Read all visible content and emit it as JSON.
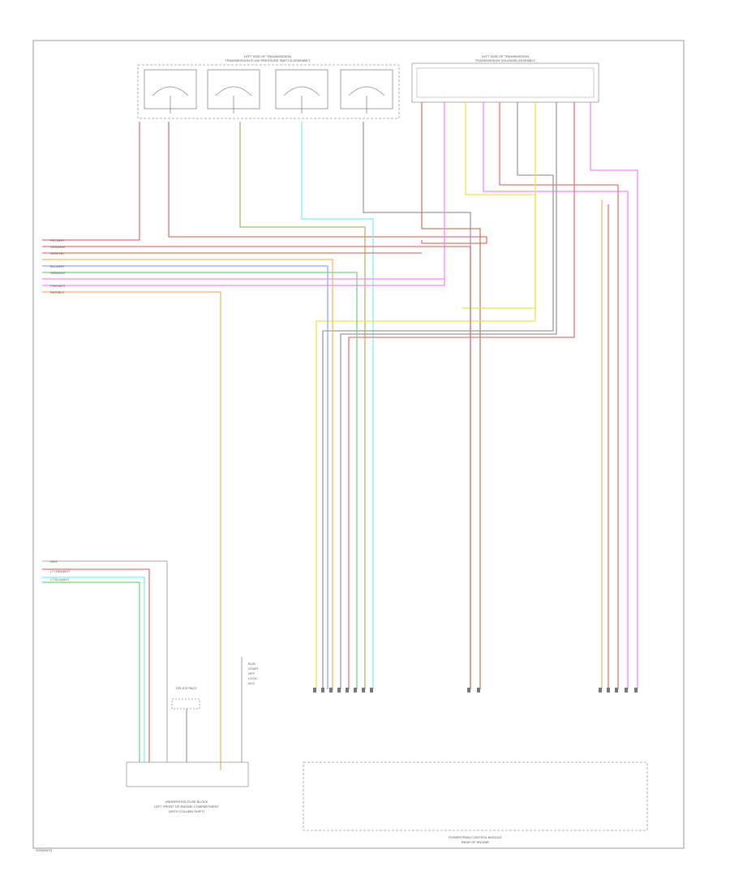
{
  "diagram": {
    "figure_code": "G00000071",
    "colors": {
      "red": "#e57373",
      "pink": "#ff80ff",
      "orange": "#ffb060",
      "yellow": "#e8e84a",
      "green": "#7ccf7c",
      "cyan": "#7ff0f0",
      "blue": "#8aa8ff",
      "olive": "#b5b56a",
      "gray": "#9a9a9a",
      "brown": "#c08060",
      "black": "#555555"
    },
    "top_left_component": {
      "title": "LEFT SIDE OF TRANSMISSION",
      "subtitle": "TRANSMISSION FLUID PRESSURE SWITCH ASSEMBLY"
    },
    "top_right_component": {
      "title": "LEFT SIDE OF TRANSMISSION",
      "subtitle": "TRANSMISSION SOLENOID ASSEMBLY"
    },
    "harness_left_labels": [
      "PPL/WHT",
      "GRN/WHT",
      "GRN/YEL",
      "BLU/WHT",
      "GRN/WHT",
      "PNK/WHT",
      "RED/BLK"
    ],
    "lower_left_labels": [
      "WHT",
      "LT GRN/WHT",
      "LT BLU/WHT"
    ],
    "fuse_block_label": "SPLICE\nPACK",
    "engine_block": {
      "line1": "UNDERHOOD FUSE BLOCK",
      "line2": "LEFT FRONT OF ENGINE COMPARTMENT",
      "line3": "(WITH COLUMN SHIFT)"
    },
    "bottom_module": {
      "line1": "POWERTRAIN CONTROL MODULE",
      "line2": "REAR OF ENGINE"
    },
    "side_note": [
      "RUN",
      "START",
      "OFF",
      "LOCK",
      "ACC"
    ]
  }
}
